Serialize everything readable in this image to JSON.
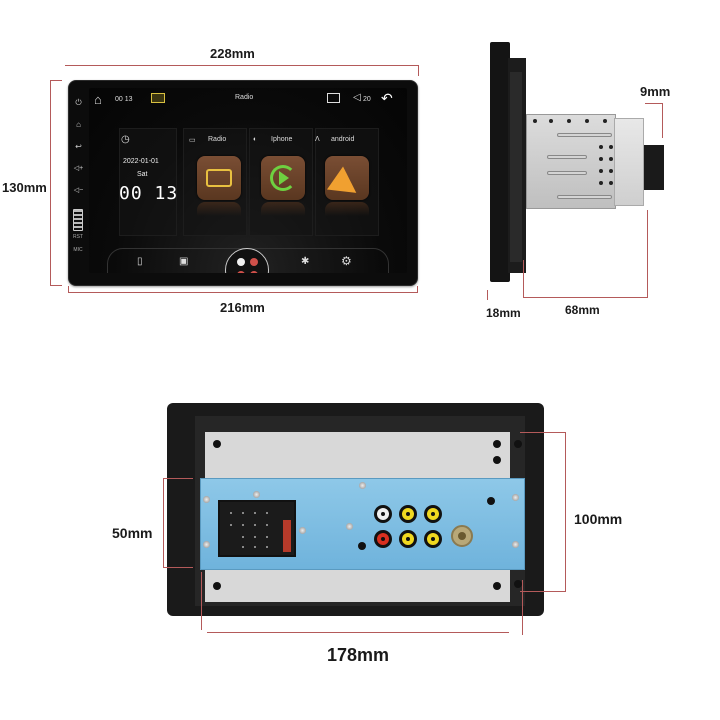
{
  "dimensions": {
    "front_width_top": "228mm",
    "front_width_bottom": "216mm",
    "front_height": "130mm",
    "side_face_depth": "18mm",
    "side_body_depth": "68mm",
    "side_connector": "9mm",
    "back_height_board": "50mm",
    "back_height_chassis": "100mm",
    "back_width": "178mm"
  },
  "accent_color": "#b45a5a",
  "front_panel": {
    "side_buttons": [
      "power-icon",
      "home-icon",
      "back-icon",
      "volume-up-icon",
      "volume-down-icon"
    ],
    "side_button_glyphs": [
      "⏻",
      "⌂",
      "↩",
      "◁+",
      "◁−"
    ],
    "rst_label": "RST",
    "mic_label": "MIC"
  },
  "screen": {
    "topbar": {
      "time": "00 13",
      "title": "Radio",
      "volume": "20"
    },
    "clock": {
      "date": "2022-01-01",
      "day": "Sat",
      "time": "00 13"
    },
    "apps": [
      {
        "label": "Radio",
        "icon": "radio-icon"
      },
      {
        "label": "Iphone",
        "icon": "carplay-icon"
      },
      {
        "label": "android",
        "icon": "android-auto-icon"
      }
    ],
    "dock": [
      "usb-icon",
      "phone-link-icon",
      "apps-icon",
      "bluetooth-icon",
      "settings-icon"
    ]
  }
}
